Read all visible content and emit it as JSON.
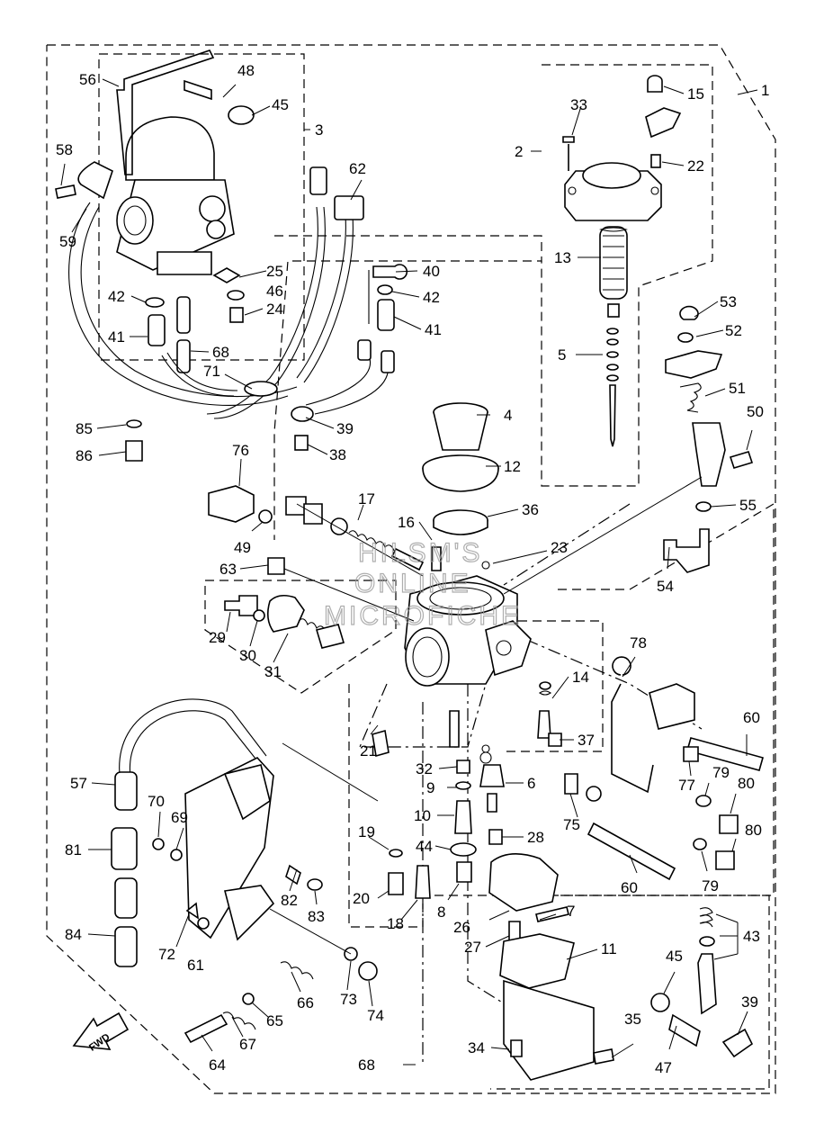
{
  "watermark": [
    "HILSM'S",
    "ONLINE",
    "MICROFICHE"
  ],
  "fwd_label": "FWD",
  "callouts": {
    "c1": "1",
    "c2": "2",
    "c3": "3",
    "c4": "4",
    "c5": "5",
    "c6": "6",
    "c7": "7",
    "c8": "8",
    "c9": "9",
    "c10": "10",
    "c11": "11",
    "c12": "12",
    "c13": "13",
    "c14": "14",
    "c15": "15",
    "c16": "16",
    "c17": "17",
    "c18": "18",
    "c19": "19",
    "c20": "20",
    "c21": "21",
    "c22": "22",
    "c23": "23",
    "c24": "24",
    "c25": "25",
    "c26": "26",
    "c27": "27",
    "c28": "28",
    "c29": "29",
    "c30": "30",
    "c31": "31",
    "c32": "32",
    "c33": "33",
    "c34": "34",
    "c35": "35",
    "c36": "36",
    "c37": "37",
    "c38": "38",
    "c39a": "39",
    "c39b": "39",
    "c40": "40",
    "c41a": "41",
    "c41b": "41",
    "c42a": "42",
    "c42b": "42",
    "c43": "43",
    "c44": "44",
    "c45a": "45",
    "c45b": "45",
    "c46": "46",
    "c47": "47",
    "c48": "48",
    "c49": "49",
    "c50": "50",
    "c51": "51",
    "c52": "52",
    "c53": "53",
    "c54": "54",
    "c55": "55",
    "c56": "56",
    "c57": "57",
    "c58": "58",
    "c59": "59",
    "c60a": "60",
    "c60b": "60",
    "c61": "61",
    "c62": "62",
    "c63": "63",
    "c64": "64",
    "c65": "65",
    "c66": "66",
    "c67": "67",
    "c68a": "68",
    "c68b": "68",
    "c69": "69",
    "c70": "70",
    "c71": "71",
    "c72": "72",
    "c73": "73",
    "c74": "74",
    "c75": "75",
    "c76": "76",
    "c77": "77",
    "c78": "78",
    "c79a": "79",
    "c79b": "79",
    "c80a": "80",
    "c80b": "80",
    "c81": "81",
    "c82": "82",
    "c83": "83",
    "c84": "84",
    "c85": "85",
    "c86": "86"
  }
}
